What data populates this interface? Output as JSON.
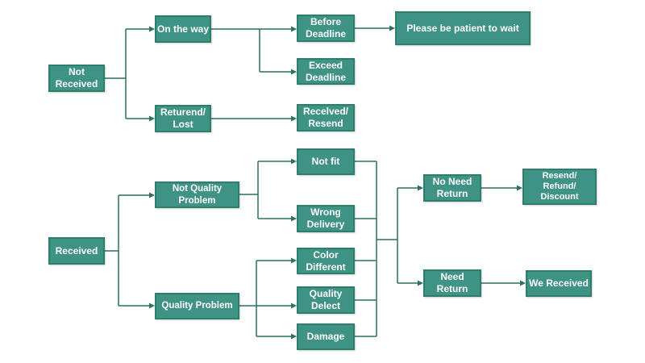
{
  "diagram": {
    "type": "flowchart",
    "colors": {
      "node_fill": "#3F9384",
      "node_border": "#2E7E6D",
      "connector": "#2B7164",
      "node_text": "#FFFFFF",
      "background": "#FFFFFF"
    },
    "nodes": {
      "not_received": {
        "label": "Not\nReceived"
      },
      "on_the_way": {
        "label": "On the way"
      },
      "before_deadline": {
        "label": "Before\nDeadline"
      },
      "please_be_patient": {
        "label": "Please be patient to wait"
      },
      "exceed_deadline": {
        "label": "Exceed\nDeadline"
      },
      "returned_lost": {
        "label": "Returend/\nLost"
      },
      "received_resend": {
        "label": "Recelved/\nResend"
      },
      "received": {
        "label": "Received"
      },
      "not_quality_problem": {
        "label": "Not Quality\nProblem"
      },
      "quality_problem": {
        "label": "Quality Problem"
      },
      "not_fit": {
        "label": "Not fit"
      },
      "wrong_delivery": {
        "label": "Wrong\nDelivery"
      },
      "color_different": {
        "label": "Color\nDifferent"
      },
      "quality_delect": {
        "label": "Quality\nDelect"
      },
      "damage": {
        "label": "Damage"
      },
      "no_need_return": {
        "label": "No Need\nReturn"
      },
      "resend_refund_discount": {
        "label": "Resend/\nRefund/\nDiscount"
      },
      "need_return": {
        "label": "Need\nReturn"
      },
      "we_received": {
        "label": "We Received"
      }
    },
    "edges": [
      {
        "from": "not_received",
        "to": "on_the_way"
      },
      {
        "from": "not_received",
        "to": "returned_lost"
      },
      {
        "from": "on_the_way",
        "to": "before_deadline"
      },
      {
        "from": "on_the_way",
        "to": "exceed_deadline"
      },
      {
        "from": "before_deadline",
        "to": "please_be_patient"
      },
      {
        "from": "returned_lost",
        "to": "received_resend"
      },
      {
        "from": "received",
        "to": "not_quality_problem"
      },
      {
        "from": "received",
        "to": "quality_problem"
      },
      {
        "from": "not_quality_problem",
        "to": "not_fit"
      },
      {
        "from": "not_quality_problem",
        "to": "wrong_delivery"
      },
      {
        "from": "quality_problem",
        "to": "color_different"
      },
      {
        "from": "quality_problem",
        "to": "quality_delect"
      },
      {
        "from": "quality_problem",
        "to": "damage"
      },
      {
        "from": [
          "not_fit",
          "wrong_delivery",
          "color_different",
          "quality_delect",
          "damage"
        ],
        "to": [
          "no_need_return",
          "need_return"
        ]
      },
      {
        "from": "no_need_return",
        "to": "resend_refund_discount"
      },
      {
        "from": "need_return",
        "to": "we_received"
      }
    ]
  }
}
